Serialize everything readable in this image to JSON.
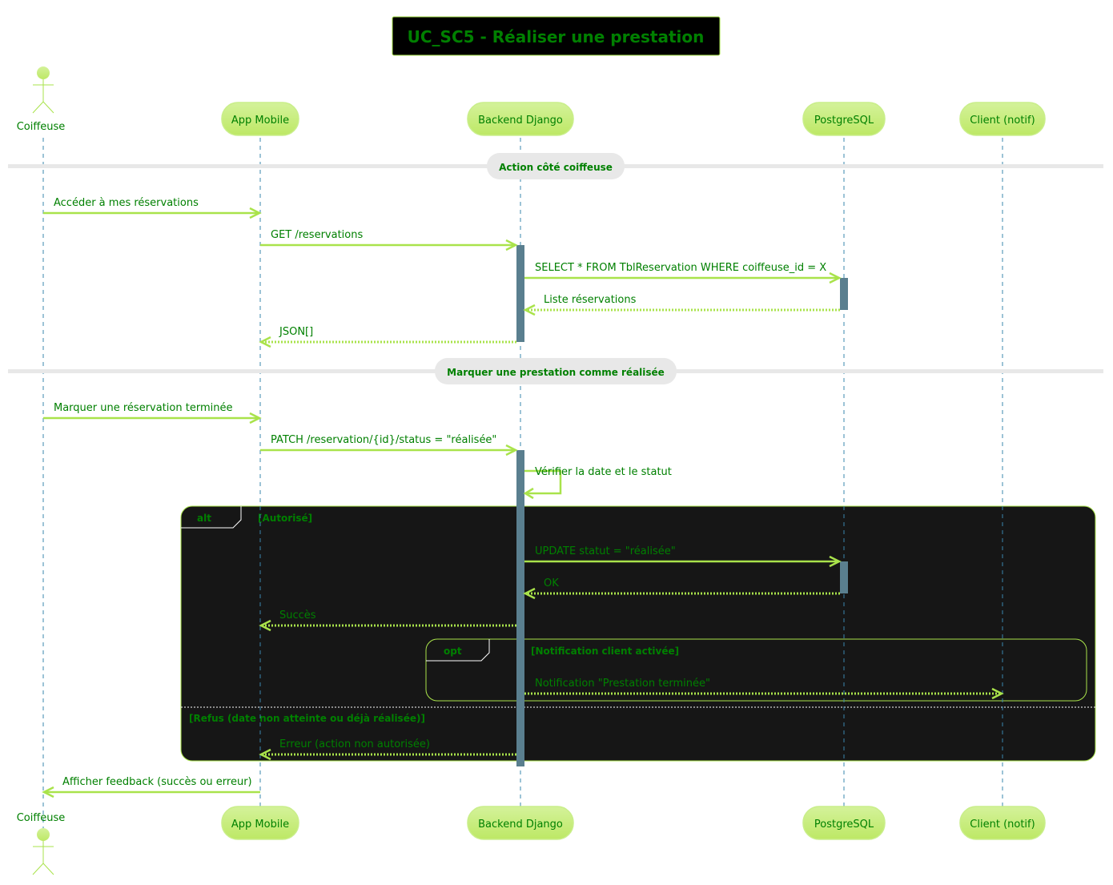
{
  "title": "UC_SC5 - Réaliser une prestation",
  "colors": {
    "text": "#008000",
    "arrow": "#A9E34B",
    "participant_fill_top": "#D4F29A",
    "participant_fill_bottom": "#BDE865",
    "lifeline": "#3A87AD",
    "activation": "#5A7F8F",
    "fragment_bg": "#161616",
    "divider": "#E8E8E8",
    "title_bg": "#000000"
  },
  "participants": [
    {
      "id": "coiffeuse",
      "label": "Coiffeuse",
      "kind": "actor"
    },
    {
      "id": "app",
      "label": "App Mobile",
      "kind": "participant"
    },
    {
      "id": "backend",
      "label": "Backend Django",
      "kind": "participant"
    },
    {
      "id": "db",
      "label": "PostgreSQL",
      "kind": "participant"
    },
    {
      "id": "client",
      "label": "Client (notif)",
      "kind": "participant"
    }
  ],
  "dividers": [
    {
      "label": "Action côté coiffeuse"
    },
    {
      "label": "Marquer une prestation comme réalisée"
    }
  ],
  "messages": [
    {
      "from": "coiffeuse",
      "to": "app",
      "label": "Accéder à mes réservations",
      "style": "sync"
    },
    {
      "from": "app",
      "to": "backend",
      "label": "GET /reservations",
      "style": "sync"
    },
    {
      "from": "backend",
      "to": "db",
      "label": "SELECT * FROM TblReservation WHERE coiffeuse_id = X",
      "style": "sync"
    },
    {
      "from": "db",
      "to": "backend",
      "label": "Liste réservations",
      "style": "return"
    },
    {
      "from": "backend",
      "to": "app",
      "label": "JSON[]",
      "style": "return"
    },
    {
      "from": "coiffeuse",
      "to": "app",
      "label": "Marquer une réservation terminée",
      "style": "sync"
    },
    {
      "from": "app",
      "to": "backend",
      "label": "PATCH /reservation/{id}/status = \"réalisée\"",
      "style": "sync"
    },
    {
      "from": "backend",
      "to": "backend",
      "label": "Vérifier la date et le statut",
      "style": "self"
    },
    {
      "from": "backend",
      "to": "db",
      "label": "UPDATE statut = \"réalisée\"",
      "style": "sync"
    },
    {
      "from": "db",
      "to": "backend",
      "label": "OK",
      "style": "return"
    },
    {
      "from": "backend",
      "to": "app",
      "label": "Succès",
      "style": "return"
    },
    {
      "from": "backend",
      "to": "client",
      "label": "Notification \"Prestation terminée\"",
      "style": "return"
    },
    {
      "from": "backend",
      "to": "app",
      "label": "Erreur (action non autorisée)",
      "style": "return"
    },
    {
      "from": "app",
      "to": "coiffeuse",
      "label": "Afficher feedback (succès ou erreur)",
      "style": "sync"
    }
  ],
  "fragments": [
    {
      "kind": "alt",
      "guard": "[Autorisé]",
      "else_guard": "[Refus (date non atteinte ou déjà réalisée)]"
    },
    {
      "kind": "opt",
      "guard": "[Notification client activée]"
    }
  ]
}
